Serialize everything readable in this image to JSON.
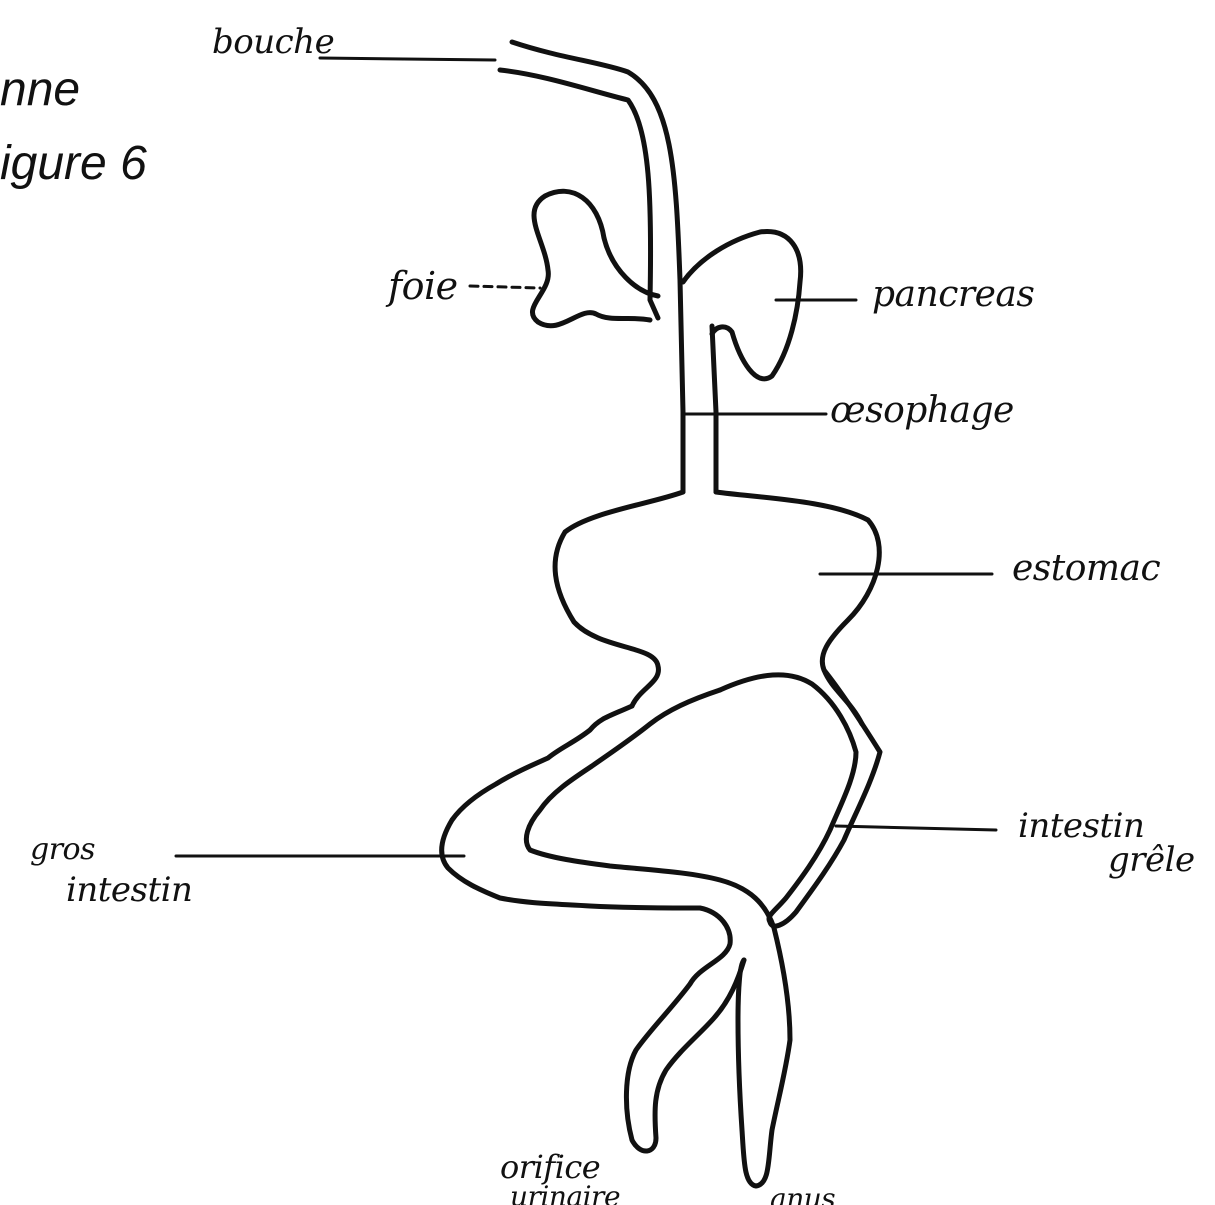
{
  "captions": {
    "line1": "nne",
    "line2": "igure 6"
  },
  "labels": {
    "bouche": "bouche",
    "foie": "foie",
    "pancreas": "pancreas",
    "oesophage": "œsophage",
    "estomac": "estomac",
    "gros_intestin_line1": "gros",
    "gros_intestin_line2": "intestin",
    "intestin_grele_line1": "intestin",
    "intestin_grele_line2": "grêle",
    "orifice_urinaire_line1": "orifice",
    "orifice_urinaire_line2": "urinaire",
    "anus": "anus"
  },
  "colors": {
    "ink": "#111111",
    "paper": "#ffffff"
  }
}
